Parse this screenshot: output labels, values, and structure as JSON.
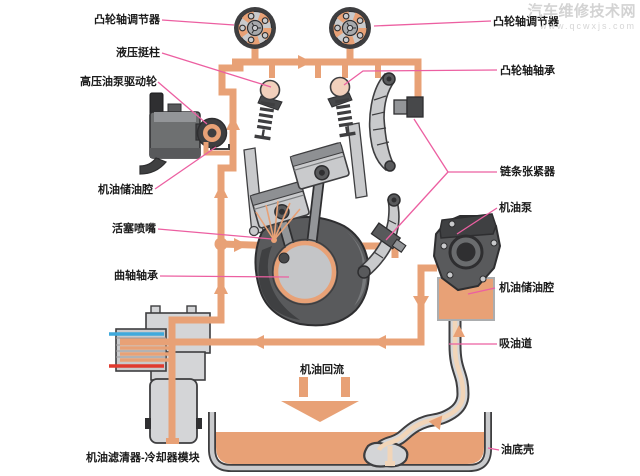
{
  "watermark": {
    "site_name": "汽车维修技术网",
    "site_url": "www.qcwxjs.com"
  },
  "labels": {
    "camshaft_adjuster_left": "凸轮轴调节器",
    "camshaft_adjuster_right": "凸轮轴调节器",
    "hydraulic_tappet": "液压挺柱",
    "high_pressure_pump_drive_wheel": "高压油泵驱动轮",
    "oil_reservoir_left": "机油储油腔",
    "piston_nozzle": "活塞喷嘴",
    "crankshaft_bearing": "曲轴轴承",
    "camshaft_bearing": "凸轮轴轴承",
    "chain_tensioner": "链条张紧器",
    "oil_pump": "机油泵",
    "oil_reservoir_right": "机油储油腔",
    "oil_suction_duct": "吸油道",
    "oil_return": "机油回流",
    "oil_pan": "油底壳",
    "oil_filter_cooler_module": "机油滤清器-冷却器模块"
  },
  "colors": {
    "oil_pipe_orange": "#E8A176",
    "leader_line_pink": "#EC5FA1",
    "coolant_blue": "#3FA9DC",
    "coolant_red": "#E03A2F",
    "metal_dark": "#58595B",
    "metal_light": "#C9CACC",
    "background": "#FFFFFF"
  }
}
